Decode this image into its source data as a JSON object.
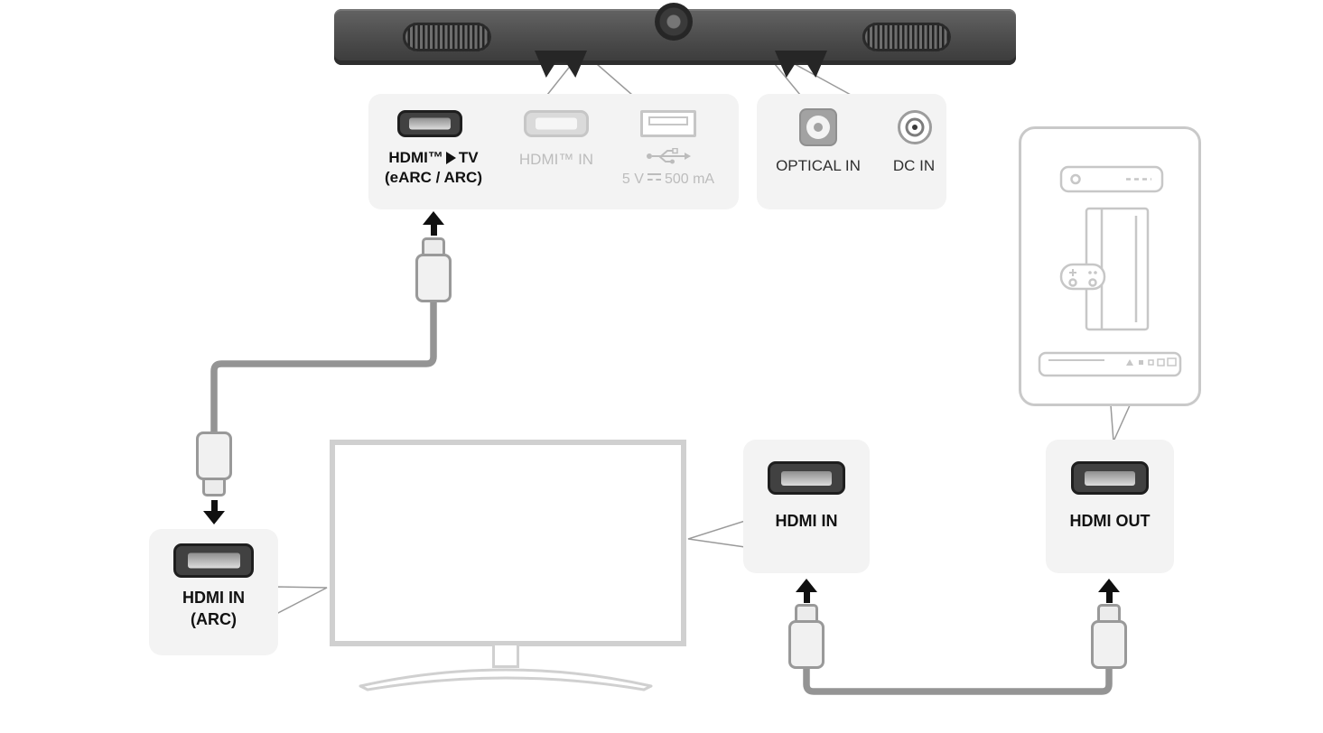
{
  "title": "Soundbar HDMI connection diagram",
  "soundbar_panel": {
    "hdmi_tv_label_prefix": "HDMI™",
    "hdmi_tv_label_suffix": "TV",
    "hdmi_tv_label_line2": "(eARC / ARC)",
    "hdmi_in_label": "HDMI™ IN",
    "usb_rating_prefix": "5 V",
    "usb_rating_suffix": "500 mA"
  },
  "rear_panel": {
    "optical_label": "OPTICAL IN",
    "dc_label": "DC IN"
  },
  "tv_hdmi_panel": {
    "label_line1": "HDMI IN",
    "label_line2": "(ARC)"
  },
  "tv_input_panel": {
    "label": "HDMI IN"
  },
  "device_output_panel": {
    "label": "HDMI OUT"
  },
  "colors": {
    "panel_bg": "#f3f3f3",
    "cable": "#949494",
    "inactive_gray": "#bcbcbc",
    "line_art": "#c7c7c7",
    "arrow": "#101010"
  }
}
